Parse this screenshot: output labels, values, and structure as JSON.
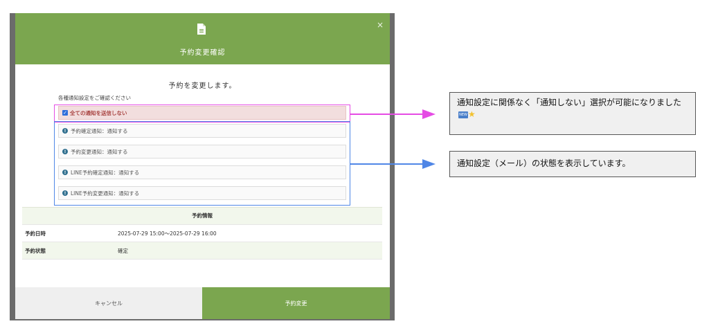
{
  "modal": {
    "title": "予約変更確認",
    "close_symbol": "×",
    "intro": "予約を変更します。",
    "subintro": "各種通知設定をご確認ください",
    "all_notifications_label": "全ての通知を送信しない",
    "notification_rows": [
      {
        "label": "予約確定通知：通知する"
      },
      {
        "label": "予約変更通知：通知する"
      },
      {
        "label": "LINE予約確定通知：通知する"
      },
      {
        "label": "LINE予約変更通知：通知する"
      }
    ],
    "info_table": {
      "header": "予約情報",
      "rows": [
        {
          "key": "予約日時",
          "value": "2025-07-29 15:00〜2025-07-29 16:00"
        },
        {
          "key": "予約状態",
          "value": "確定"
        }
      ]
    },
    "cancel_label": "キャンセル",
    "submit_label": "予約変更"
  },
  "callouts": {
    "first": "通知設定に関係なく「通知しない」選択が可能になりました",
    "first_badge": "NEW",
    "first_star": "★",
    "second": "通知設定（メール）の状態を表示しています。"
  },
  "colors": {
    "header_green": "#7ba64f",
    "highlight_magenta": "#e54be4",
    "highlight_blue": "#4f86e6",
    "alert_red": "#a94442"
  },
  "icons": {
    "header": "document-icon",
    "checkbox": "checked-checkbox-icon",
    "info": "info-circle-icon"
  }
}
